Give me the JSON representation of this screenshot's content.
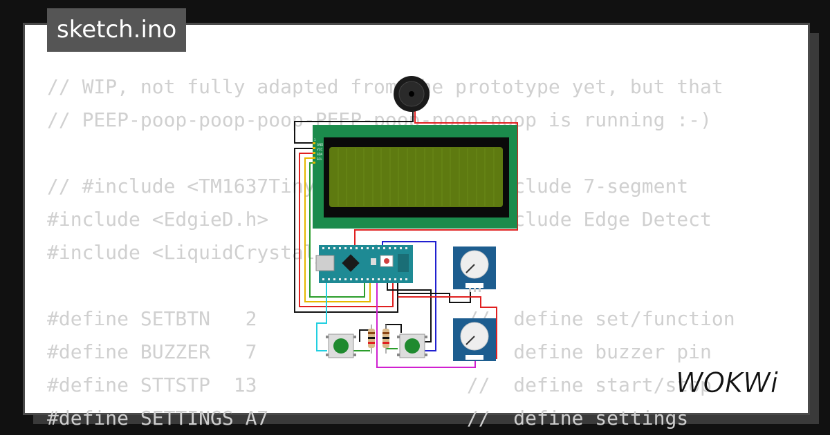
{
  "header": {
    "title": "sketch.ino"
  },
  "editor": {
    "lines": [
      "// WIP, not fully adapted from the prototype yet, but that",
      "// PEEP-poop-poop-poop-PEEP-poop-poop-poop is running :-)",
      "",
      "// #include <TM1637TinyDisplay.h> //  Include 7-segment",
      "#include <EdgieD.h>               //  Include Edge Detect",
      "#include <LiquidCrystal_I2C.h>",
      "",
      "#define SETBTN   2                  //  define set/function",
      "#define BUZZER   7                  //  define buzzer pin",
      "#define STTSTP  13                  //  define start/stop",
      "#define SETTINGS A7                 //  define settings"
    ]
  },
  "circuit": {
    "lcd_pins": [
      "1",
      "GND",
      "VCC",
      "SDA",
      "SCL"
    ]
  },
  "brand": {
    "logo": "WOKWi"
  },
  "colors": {
    "background": "#111111",
    "card": "#ffffff",
    "code_text": "#d0d0d0",
    "lcd_board": "#1b8b4c",
    "lcd_screen": "#5e7a10",
    "arduino": "#1e8a94",
    "potentiometer": "#1d5d8f",
    "button": "#1f8a2f"
  }
}
